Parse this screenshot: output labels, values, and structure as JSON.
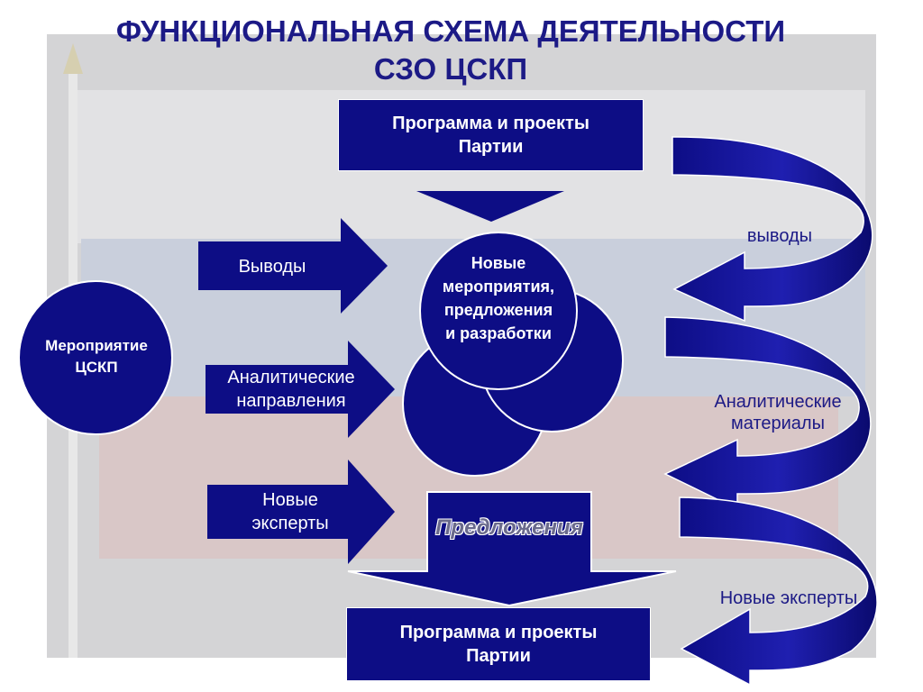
{
  "title": {
    "line1": "ФУНКЦИОНАЛЬНАЯ СХЕМА ДЕЯТЕЛЬНОСТИ",
    "line2": "СЗО ЦСКП"
  },
  "top_box": {
    "line1": "Программа и проекты",
    "line2": "Партии"
  },
  "bottom_box": {
    "line1": "Программа и проекты",
    "line2": "Партии"
  },
  "left_circle": {
    "line1": "Мероприятие",
    "line2": "ЦСКП"
  },
  "center_circle": {
    "line1": "Новые",
    "line2": "мероприятия,",
    "line3": "предложения",
    "line4": "и разработки"
  },
  "left_arrows": {
    "a1": {
      "line1": "Выводы"
    },
    "a2": {
      "line1": "Аналитические",
      "line2": "направления"
    },
    "a3": {
      "line1": "Новые",
      "line2": "эксперты"
    }
  },
  "proposals": "Предложения",
  "right_labels": {
    "l1": "выводы",
    "l2a": "Аналитические",
    "l2b": "материалы",
    "l3": "Новые эксперты"
  },
  "colors": {
    "navy": "#0d0d85",
    "title": "#1c1a86"
  }
}
